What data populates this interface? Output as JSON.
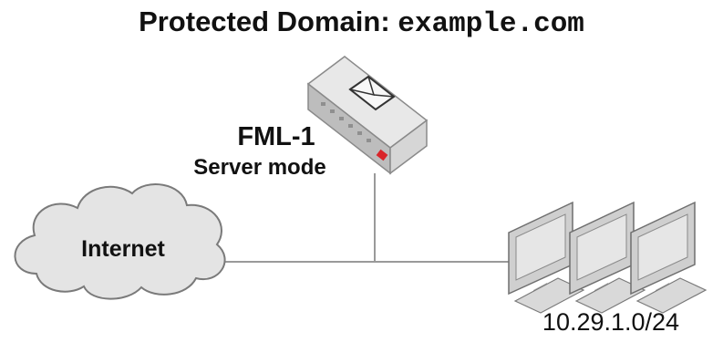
{
  "title": {
    "prefix": "Protected Domain: ",
    "domain": "example.com"
  },
  "appliance": {
    "name": "FML-1",
    "mode": "Server mode",
    "icon": "mail-appliance-icon"
  },
  "cloud": {
    "label": "Internet",
    "icon": "cloud-icon"
  },
  "workstations": {
    "subnet": "10.29.1.0/24",
    "icon": "workstation-group-icon",
    "count": 3
  },
  "colors": {
    "line": "#9a9a9a",
    "cloud_fill": "#e4e4e4",
    "cloud_stroke": "#7a7a7a",
    "appliance_top": "#e8e8e8",
    "appliance_side": "#cfcfcf",
    "monitor": "#cfcfcf",
    "accent_red": "#d9252a"
  }
}
